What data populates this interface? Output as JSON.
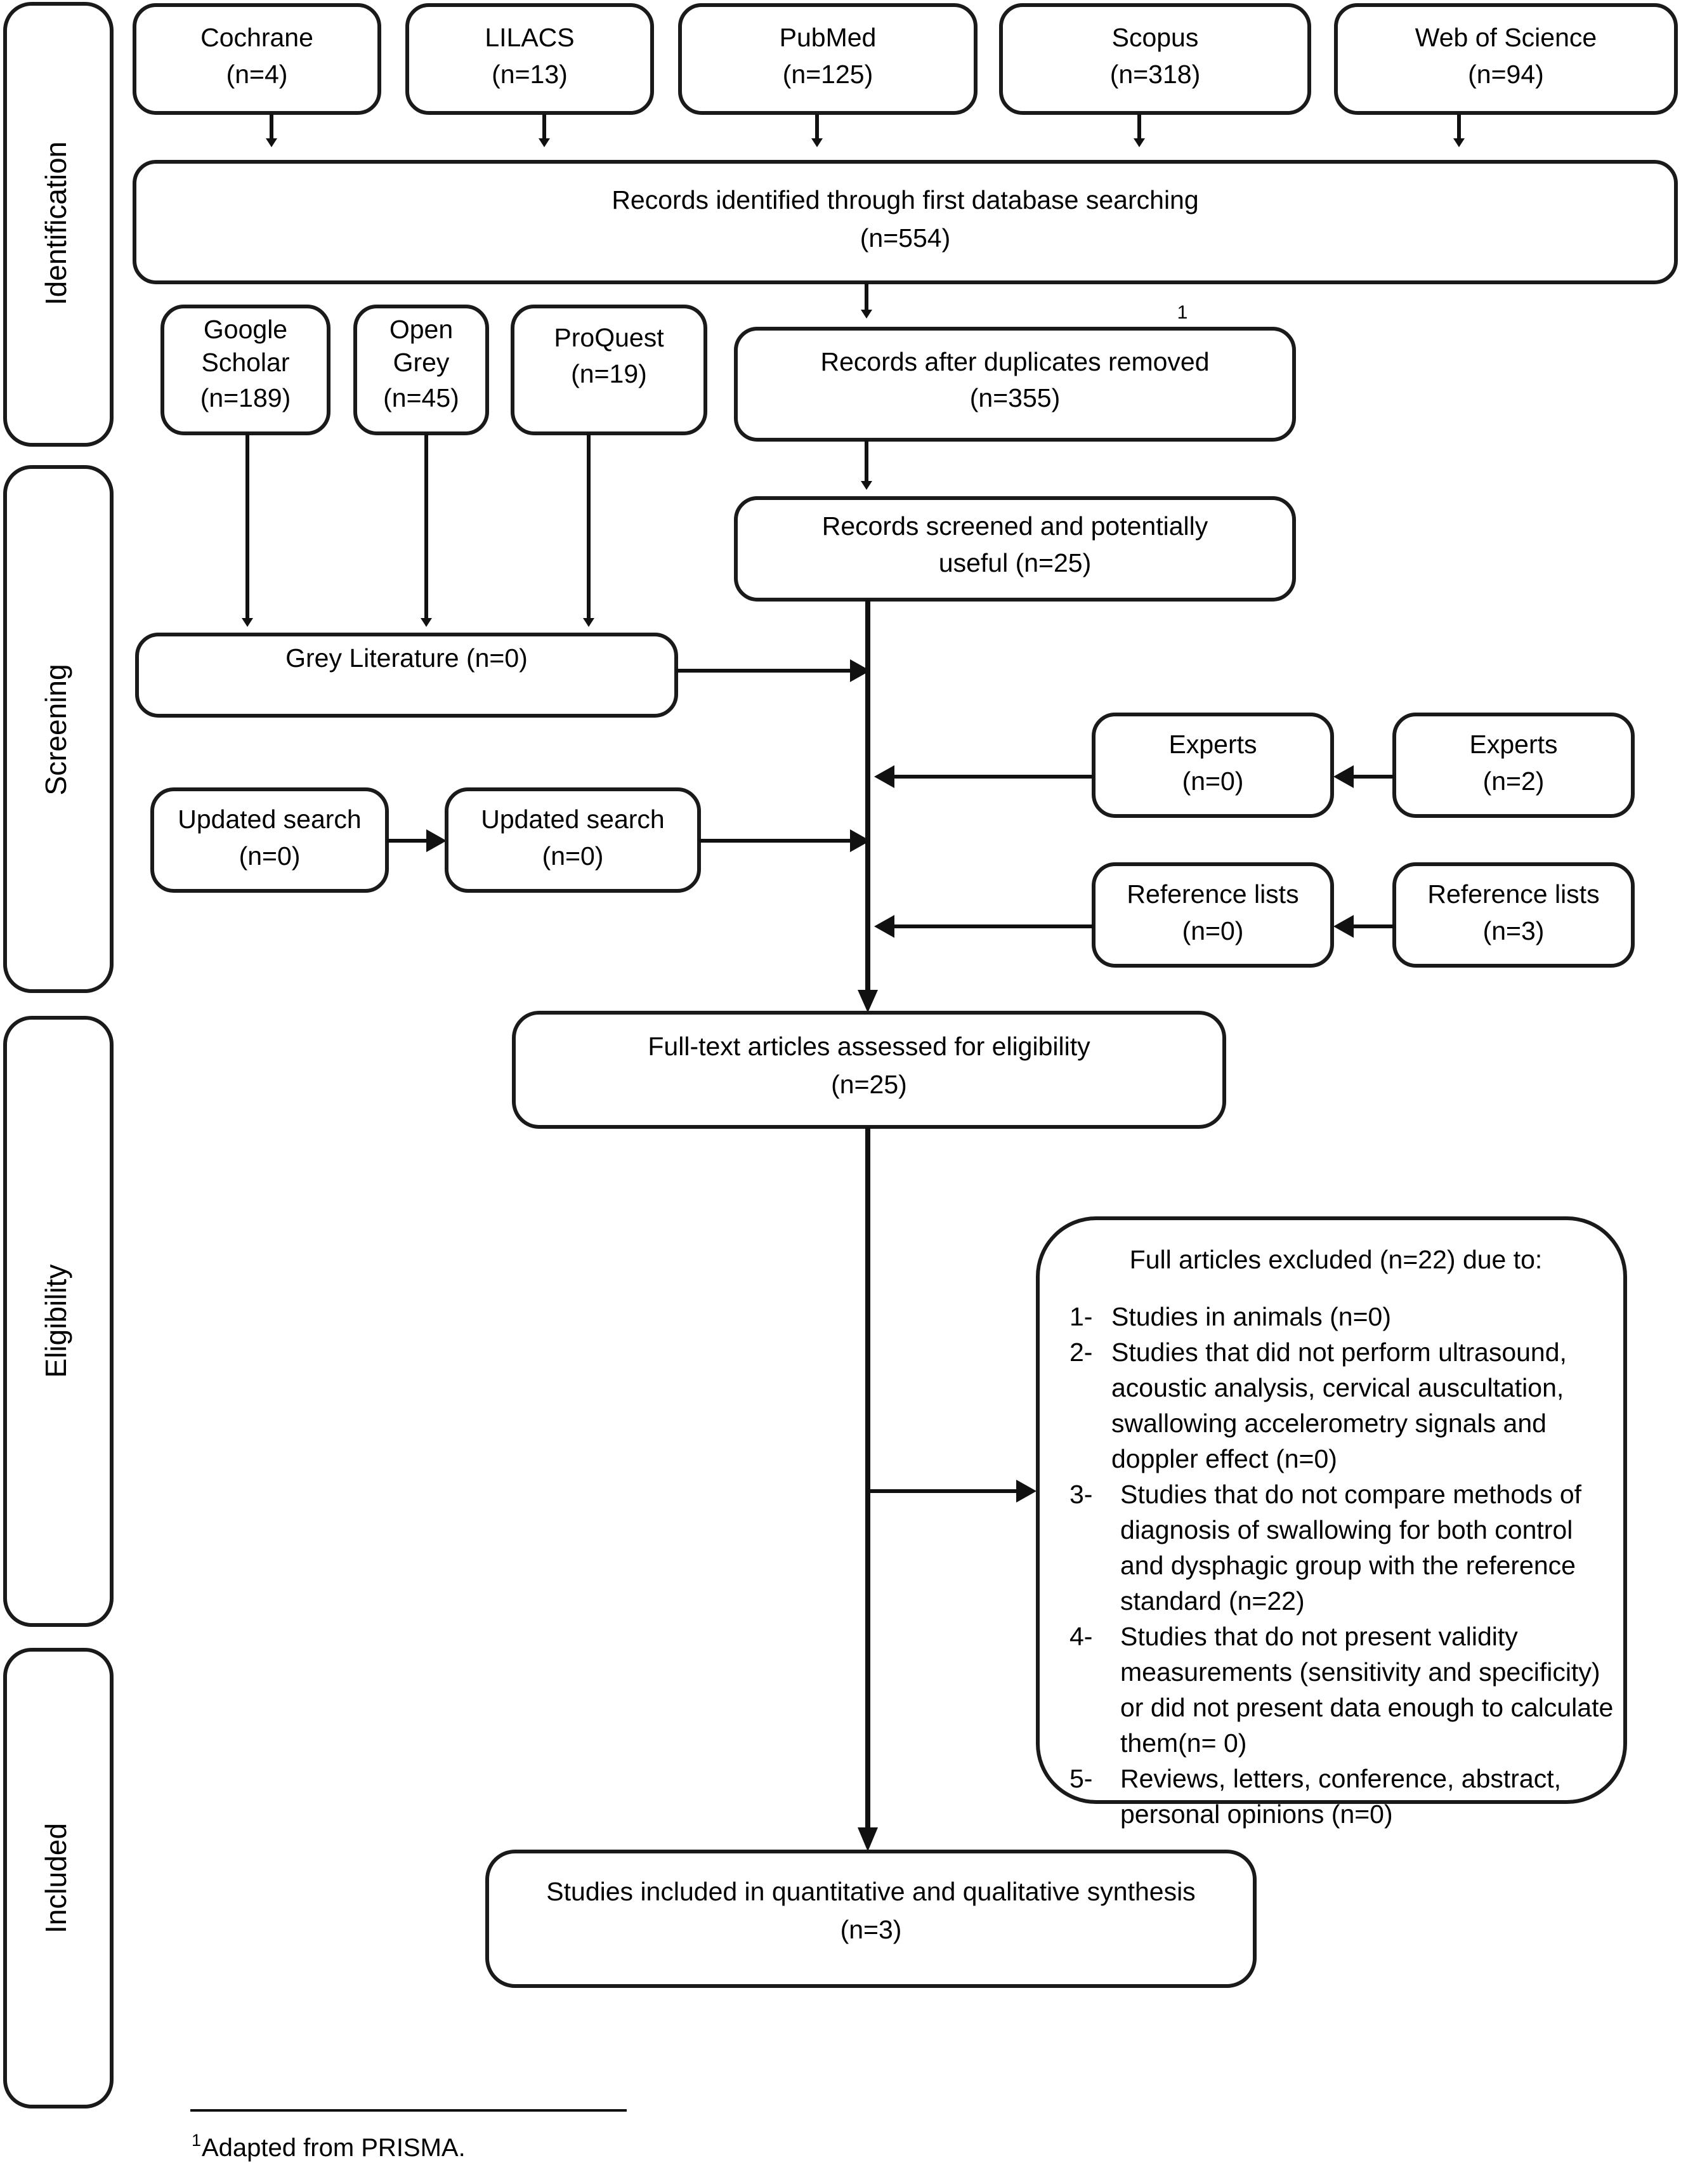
{
  "diagram": {
    "title_footnote": "Adapted from PRISMA.",
    "footnote_marker": "1",
    "duplicates_superscript": "1"
  },
  "stages": [
    {
      "id": "identification",
      "label": "Identification"
    },
    {
      "id": "screening",
      "label": "Screening"
    },
    {
      "id": "eligibility",
      "label": "Eligibility"
    },
    {
      "id": "included",
      "label": "Included"
    }
  ],
  "databases": [
    {
      "name": "Cochrane",
      "count": "(n=4)"
    },
    {
      "name": "LILACS",
      "count": "(n=13)"
    },
    {
      "name": "PubMed",
      "count": "(n=125)"
    },
    {
      "name": "Scopus",
      "count": "(n=318)"
    },
    {
      "name": "Web of Science",
      "count": "(n=94)"
    }
  ],
  "grey_sources": [
    {
      "name_line1": "Google",
      "name_line2": "Scholar",
      "count": "(n=189)"
    },
    {
      "name_line1": "Open",
      "name_line2": "Grey",
      "count": "(n=45)"
    },
    {
      "name_line1": "ProQuest",
      "name_line2": "",
      "count": "(n=19)"
    }
  ],
  "boxes": {
    "records_identified": {
      "line1": "Records identified through first database searching",
      "line2": "(n=554)"
    },
    "records_after_duplicates": {
      "line1": "Records after duplicates removed",
      "line2": "(n=355)"
    },
    "records_screened": {
      "line1": "Records screened and potentially",
      "line2": "useful (n=25)"
    },
    "grey_literature": {
      "line1": "Grey Literature (n=0)"
    },
    "updated_search_left": {
      "line1": "Updated search",
      "line2": "(n=0)"
    },
    "updated_search_right": {
      "line1": "Updated search",
      "line2": "(n=0)"
    },
    "experts_inner": {
      "line1": "Experts",
      "line2": "(n=0)"
    },
    "experts_outer": {
      "line1": "Experts",
      "line2": "(n=2)"
    },
    "reference_lists_inner": {
      "line1": "Reference lists",
      "line2": "(n=0)"
    },
    "reference_lists_outer": {
      "line1": "Reference lists",
      "line2": "(n=3)"
    },
    "full_text_assessed": {
      "line1": "Full-text articles assessed for eligibility",
      "line2": "(n=25)"
    },
    "studies_included": {
      "line1": "Studies included in quantitative and qualitative synthesis",
      "line2": "(n=3)"
    }
  },
  "exclusions": {
    "heading": "Full articles excluded (n=22) due to:",
    "items": [
      {
        "number": "1-",
        "lines": [
          "Studies in animals (n=0)"
        ]
      },
      {
        "number": "2-",
        "lines": [
          "Studies that did not perform ultrasound,",
          "acoustic analysis, cervical auscultation,",
          "swallowing accelerometry signals and",
          "doppler effect (n=0)"
        ]
      },
      {
        "number": "3-",
        "lines": [
          "Studies that do not compare methods of",
          "diagnosis of swallowing for both control",
          "and dysphagic group with the reference",
          "standard (n=22)"
        ]
      },
      {
        "number": "4-",
        "lines": [
          "Studies that do not present validity",
          "measurements (sensitivity and specificity)",
          "or did not present data enough to calculate",
          "them(n= 0)"
        ]
      },
      {
        "number": "5-",
        "lines": [
          "Reviews, letters, conference, abstract,",
          " personal opinions (n=0)"
        ]
      }
    ]
  }
}
